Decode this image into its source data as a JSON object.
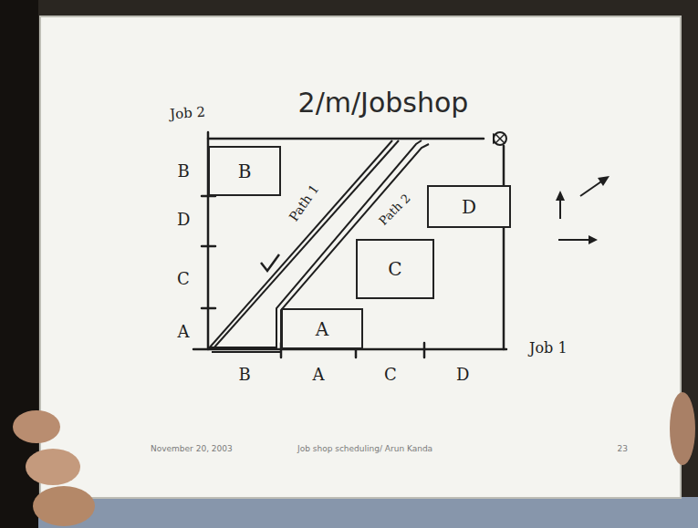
{
  "diagram": {
    "title": "2/m/Jobshop",
    "nodes": [
      {
        "text": [
          "B"
        ]
      },
      {
        "text": [
          "D"
        ]
      },
      {
        "text": [
          "C"
        ]
      },
      {
        "text": [
          "A"
        ]
      }
    ],
    "labels": [
      "Job 2",
      "B",
      "D",
      "C",
      "A",
      "B",
      "A",
      "C",
      "D",
      "Job 1",
      "Path 1",
      "Path 2",
      "November 20, 2003",
      "Job shop scheduling/ Arun Kanda",
      "23"
    ]
  }
}
